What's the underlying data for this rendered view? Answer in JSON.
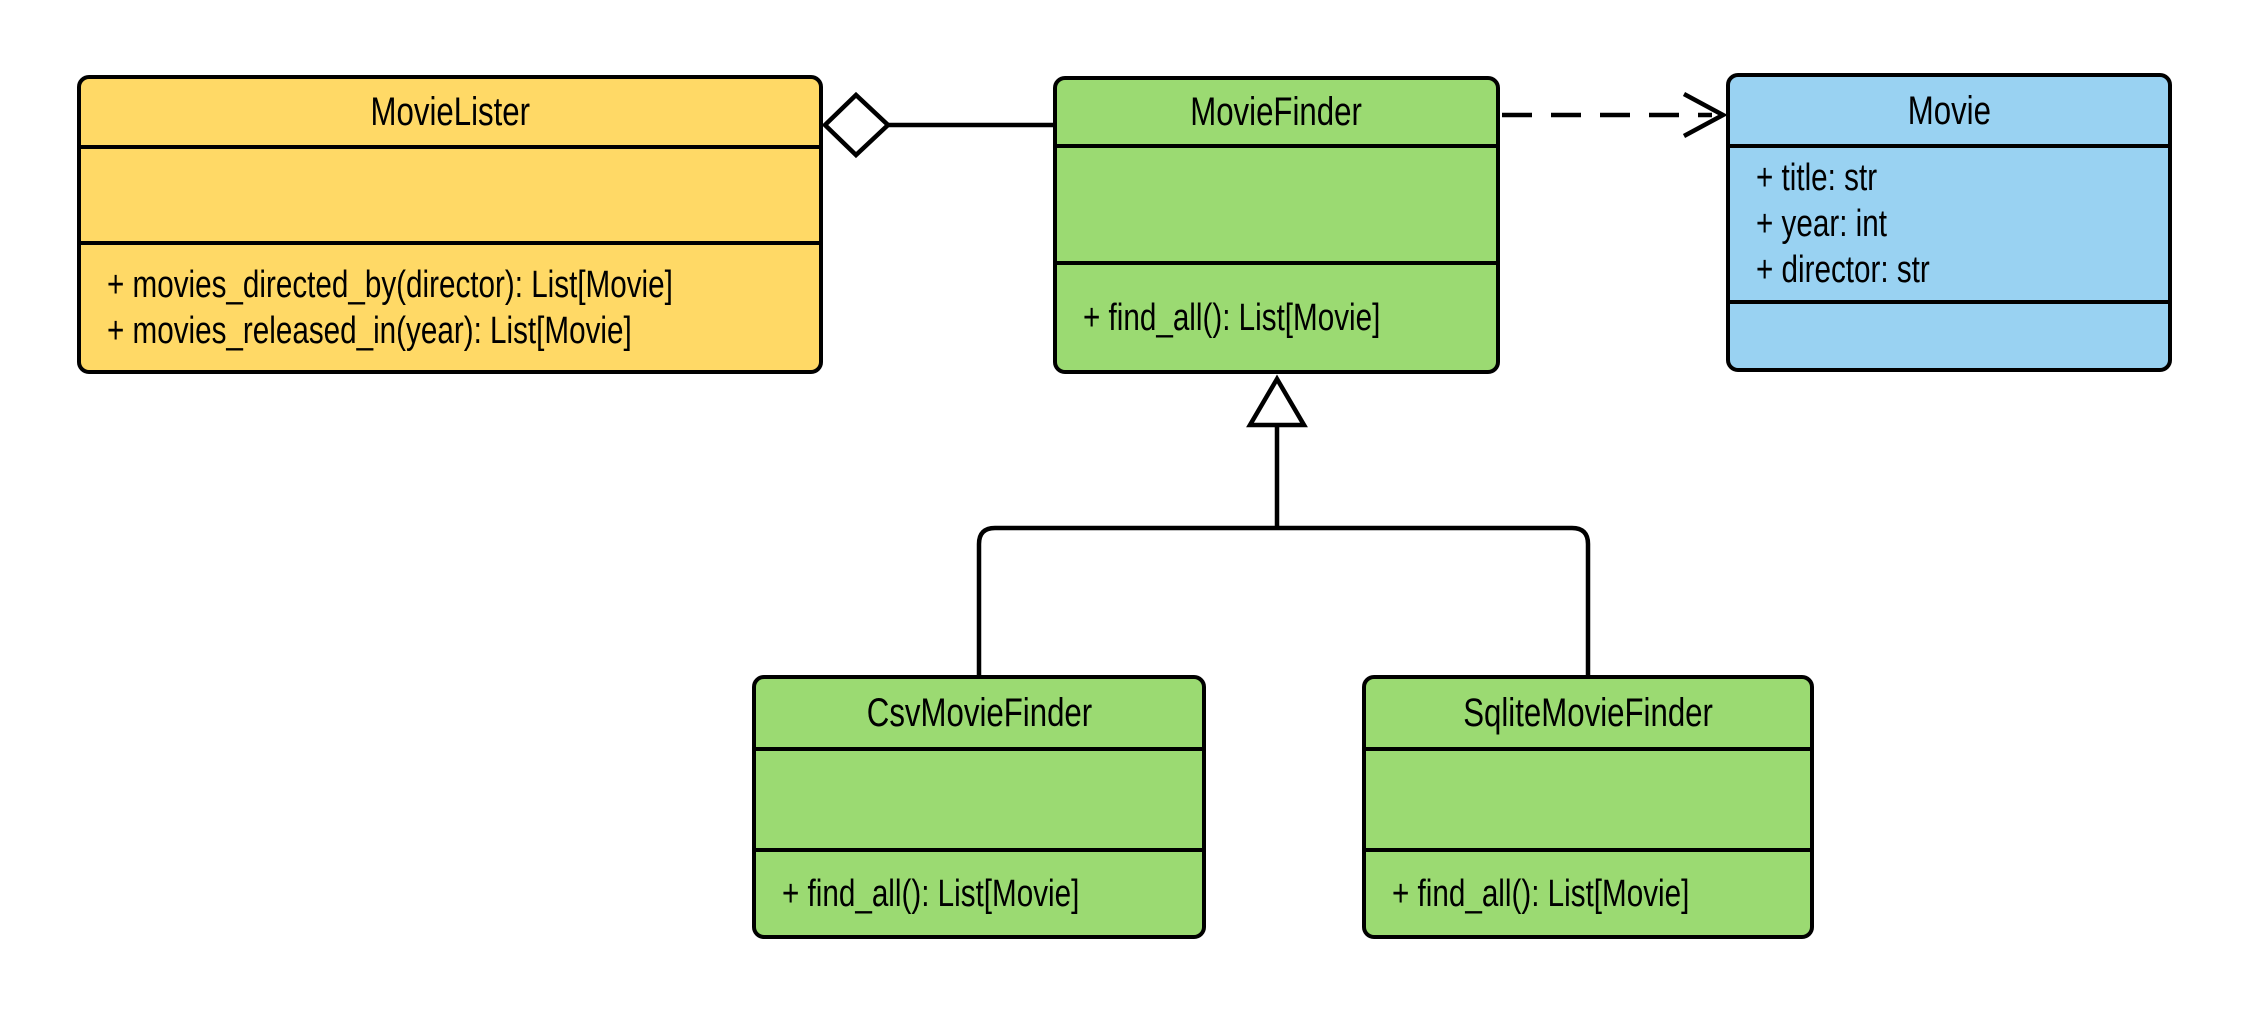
{
  "diagram": {
    "kind": "uml-class-diagram",
    "background_color": "#FFFFFF",
    "stroke_color": "#000000",
    "classes": [
      {
        "name": "MovieLister",
        "fill": "#FFD966",
        "attributes": [],
        "methods": [
          "+ movies_directed_by(director): List[Movie]",
          "+ movies_released_in(year): List[Movie]"
        ]
      },
      {
        "name": "MovieFinder",
        "fill": "#9BDA72",
        "attributes": [],
        "methods": [
          "+ find_all(): List[Movie]"
        ]
      },
      {
        "name": "Movie",
        "fill": "#99D2F2",
        "attributes": [
          "+ title: str",
          "+ year: int",
          "+ director: str"
        ],
        "methods": []
      },
      {
        "name": "CsvMovieFinder",
        "fill": "#9BDA72",
        "attributes": [],
        "methods": [
          "+ find_all(): List[Movie]"
        ]
      },
      {
        "name": "SqliteMovieFinder",
        "fill": "#9BDA72",
        "attributes": [],
        "methods": [
          "+ find_all(): List[Movie]"
        ]
      }
    ],
    "relationships": [
      {
        "type": "aggregation",
        "from": "MovieLister",
        "to": "MovieFinder",
        "line_style": "solid",
        "marker": "open-diamond"
      },
      {
        "type": "dependency",
        "from": "MovieFinder",
        "to": "Movie",
        "line_style": "dashed",
        "marker": "open-arrow"
      },
      {
        "type": "inheritance",
        "from": "CsvMovieFinder",
        "to": "MovieFinder",
        "line_style": "solid",
        "marker": "hollow-triangle"
      },
      {
        "type": "inheritance",
        "from": "SqliteMovieFinder",
        "to": "MovieFinder",
        "line_style": "solid",
        "marker": "hollow-triangle"
      }
    ]
  }
}
